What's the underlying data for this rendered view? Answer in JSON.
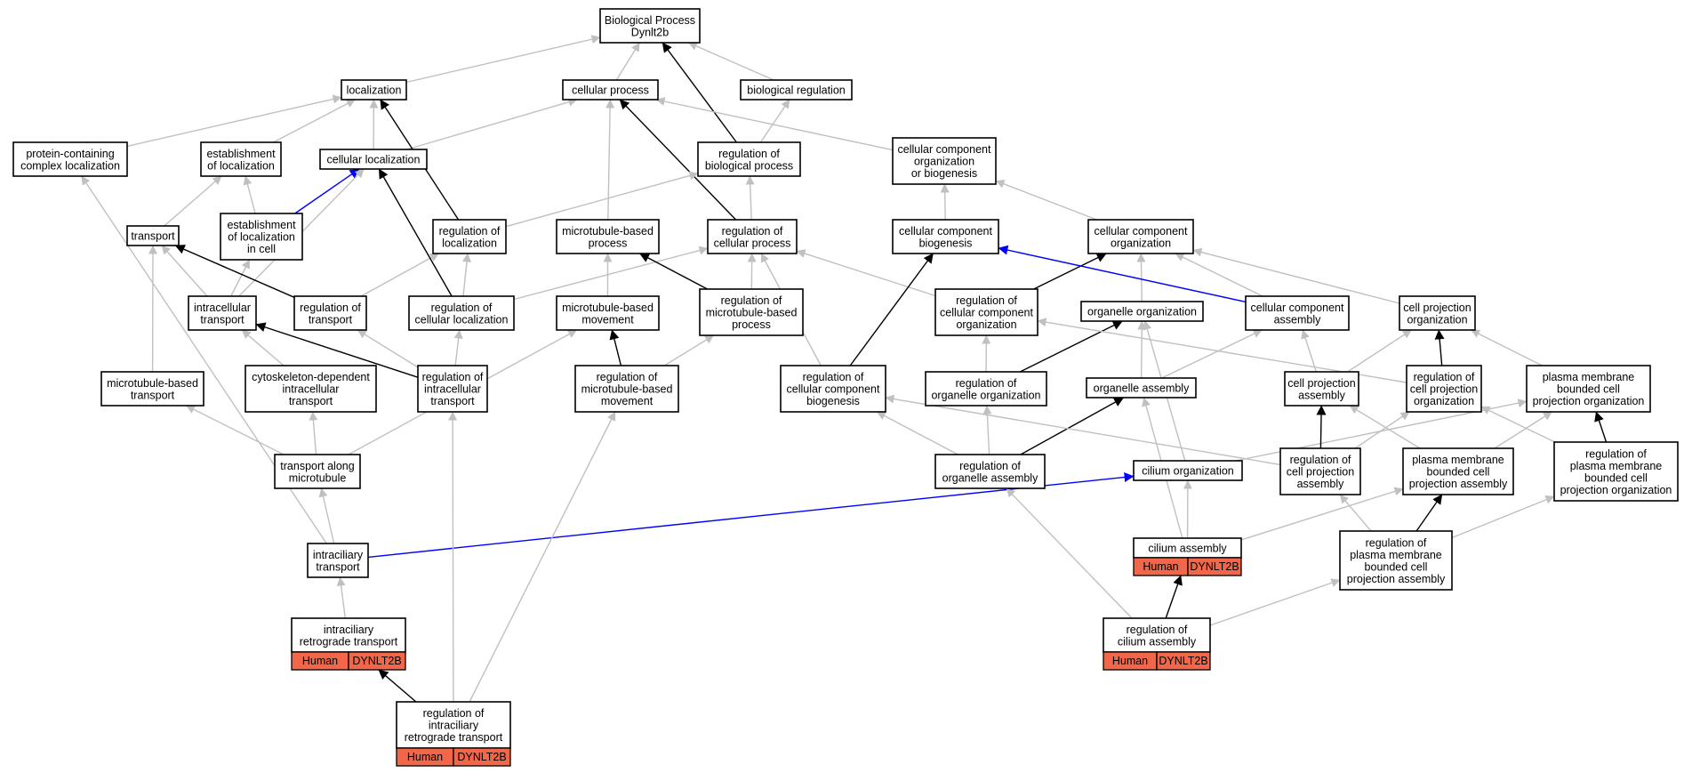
{
  "colors": {
    "is_a": "#c0c0c0",
    "regulates": "#000000",
    "part_of": "#0000ff",
    "annotation_fill": "#f26749"
  },
  "nodes": [
    {
      "id": "bp",
      "lines": [
        "Biological Process",
        "Dynlt2b"
      ]
    },
    {
      "id": "loc",
      "lines": [
        "localization"
      ]
    },
    {
      "id": "cp",
      "lines": [
        "cellular process"
      ]
    },
    {
      "id": "breg",
      "lines": [
        "biological regulation"
      ]
    },
    {
      "id": "pccl",
      "lines": [
        "protein-containing",
        "complex localization"
      ]
    },
    {
      "id": "estloc",
      "lines": [
        "establishment",
        "of localization"
      ]
    },
    {
      "id": "cellloc",
      "lines": [
        "cellular localization"
      ]
    },
    {
      "id": "regbp",
      "lines": [
        "regulation of",
        "biological process"
      ]
    },
    {
      "id": "ccob",
      "lines": [
        "cellular component",
        "organization",
        "or biogenesis"
      ]
    },
    {
      "id": "transport",
      "lines": [
        "transport"
      ]
    },
    {
      "id": "estloccell",
      "lines": [
        "establishment",
        "of localization",
        "in cell"
      ]
    },
    {
      "id": "regloc",
      "lines": [
        "regulation of",
        "localization"
      ]
    },
    {
      "id": "mtbp",
      "lines": [
        "microtubule-based",
        "process"
      ]
    },
    {
      "id": "regcp",
      "lines": [
        "regulation of",
        "cellular process"
      ]
    },
    {
      "id": "ccb",
      "lines": [
        "cellular component",
        "biogenesis"
      ]
    },
    {
      "id": "cco",
      "lines": [
        "cellular component",
        "organization"
      ]
    },
    {
      "id": "ict",
      "lines": [
        "intracellular",
        "transport"
      ]
    },
    {
      "id": "regtr",
      "lines": [
        "regulation of",
        "transport"
      ]
    },
    {
      "id": "regcellloc",
      "lines": [
        "regulation of",
        "cellular localization"
      ]
    },
    {
      "id": "mtbm",
      "lines": [
        "microtubule-based",
        "movement"
      ]
    },
    {
      "id": "regmtbp",
      "lines": [
        "regulation of",
        "microtubule-based",
        "process"
      ]
    },
    {
      "id": "regcco",
      "lines": [
        "regulation of",
        "cellular component",
        "organization"
      ]
    },
    {
      "id": "orgorg",
      "lines": [
        "organelle organization"
      ]
    },
    {
      "id": "cca",
      "lines": [
        "cellular component",
        "assembly"
      ]
    },
    {
      "id": "cpo",
      "lines": [
        "cell projection",
        "organization"
      ]
    },
    {
      "id": "mtbt",
      "lines": [
        "microtubule-based",
        "transport"
      ]
    },
    {
      "id": "cdict",
      "lines": [
        "cytoskeleton-dependent",
        "intracellular",
        "transport"
      ]
    },
    {
      "id": "regict",
      "lines": [
        "regulation of",
        "intracellular",
        "transport"
      ]
    },
    {
      "id": "regmtbm",
      "lines": [
        "regulation of",
        "microtubule-based",
        "movement"
      ]
    },
    {
      "id": "regccb",
      "lines": [
        "regulation of",
        "cellular component",
        "biogenesis"
      ]
    },
    {
      "id": "regorgorg",
      "lines": [
        "regulation of",
        "organelle organization"
      ]
    },
    {
      "id": "orgas",
      "lines": [
        "organelle assembly"
      ]
    },
    {
      "id": "cpa",
      "lines": [
        "cell projection",
        "assembly"
      ]
    },
    {
      "id": "regcpo",
      "lines": [
        "regulation of",
        "cell projection",
        "organization"
      ]
    },
    {
      "id": "pmbcpo",
      "lines": [
        "plasma membrane",
        "bounded cell",
        "projection organization"
      ]
    },
    {
      "id": "tamt",
      "lines": [
        "transport along",
        "microtubule"
      ]
    },
    {
      "id": "regorgas",
      "lines": [
        "regulation of",
        "organelle assembly"
      ]
    },
    {
      "id": "cilorg",
      "lines": [
        "cilium organization"
      ]
    },
    {
      "id": "regcpa",
      "lines": [
        "regulation of",
        "cell projection",
        "assembly"
      ]
    },
    {
      "id": "pmbcpa",
      "lines": [
        "plasma membrane",
        "bounded cell",
        "projection assembly"
      ]
    },
    {
      "id": "regpmbcpo",
      "lines": [
        "regulation of",
        "plasma membrane",
        "bounded cell",
        "projection organization"
      ]
    },
    {
      "id": "ift",
      "lines": [
        "intraciliary",
        "transport"
      ]
    },
    {
      "id": "cilas",
      "lines": [
        "cilium assembly"
      ],
      "annotation": [
        "Human",
        "DYNLT2B"
      ]
    },
    {
      "id": "regpmbcpa",
      "lines": [
        "regulation of",
        "plasma membrane",
        "bounded cell",
        "projection assembly"
      ]
    },
    {
      "id": "iftr",
      "lines": [
        "intraciliary",
        "retrograde transport"
      ],
      "annotation": [
        "Human",
        "DYNLT2B"
      ]
    },
    {
      "id": "regcilas",
      "lines": [
        "regulation of",
        "cilium assembly"
      ],
      "annotation": [
        "Human",
        "DYNLT2B"
      ]
    },
    {
      "id": "regiftr",
      "lines": [
        "regulation of",
        "intraciliary",
        "retrograde transport"
      ],
      "annotation": [
        "Human",
        "DYNLT2B"
      ]
    }
  ],
  "edges": [
    {
      "from": "loc",
      "to": "bp",
      "type": "is_a"
    },
    {
      "from": "cp",
      "to": "bp",
      "type": "is_a"
    },
    {
      "from": "breg",
      "to": "bp",
      "type": "is_a"
    },
    {
      "from": "regbp",
      "to": "bp",
      "type": "regulates"
    },
    {
      "from": "regbp",
      "to": "breg",
      "type": "is_a"
    },
    {
      "from": "pccl",
      "to": "loc",
      "type": "is_a"
    },
    {
      "from": "estloc",
      "to": "loc",
      "type": "is_a"
    },
    {
      "from": "cellloc",
      "to": "loc",
      "type": "is_a"
    },
    {
      "from": "cellloc",
      "to": "cp",
      "type": "is_a"
    },
    {
      "from": "ccob",
      "to": "cp",
      "type": "is_a"
    },
    {
      "from": "mtbp",
      "to": "cp",
      "type": "is_a"
    },
    {
      "from": "regcp",
      "to": "cp",
      "type": "regulates"
    },
    {
      "from": "regcp",
      "to": "regbp",
      "type": "is_a"
    },
    {
      "from": "regloc",
      "to": "loc",
      "type": "regulates"
    },
    {
      "from": "regloc",
      "to": "regbp",
      "type": "is_a"
    },
    {
      "from": "transport",
      "to": "estloc",
      "type": "is_a"
    },
    {
      "from": "estloccell",
      "to": "estloc",
      "type": "is_a"
    },
    {
      "from": "estloccell",
      "to": "cellloc",
      "type": "part_of"
    },
    {
      "from": "ccb",
      "to": "ccob",
      "type": "is_a"
    },
    {
      "from": "cco",
      "to": "ccob",
      "type": "is_a"
    },
    {
      "from": "ict",
      "to": "transport",
      "type": "is_a"
    },
    {
      "from": "ict",
      "to": "estloccell",
      "type": "is_a"
    },
    {
      "from": "ict",
      "to": "cellloc",
      "type": "is_a"
    },
    {
      "from": "regtr",
      "to": "transport",
      "type": "regulates"
    },
    {
      "from": "regtr",
      "to": "regloc",
      "type": "is_a"
    },
    {
      "from": "regcellloc",
      "to": "cellloc",
      "type": "regulates"
    },
    {
      "from": "regcellloc",
      "to": "regloc",
      "type": "is_a"
    },
    {
      "from": "regcellloc",
      "to": "regcp",
      "type": "is_a"
    },
    {
      "from": "mtbm",
      "to": "mtbp",
      "type": "is_a"
    },
    {
      "from": "regmtbp",
      "to": "mtbp",
      "type": "regulates"
    },
    {
      "from": "regmtbp",
      "to": "regcp",
      "type": "is_a"
    },
    {
      "from": "regcco",
      "to": "cco",
      "type": "regulates"
    },
    {
      "from": "regcco",
      "to": "regcp",
      "type": "is_a"
    },
    {
      "from": "orgorg",
      "to": "cco",
      "type": "is_a"
    },
    {
      "from": "cca",
      "to": "cco",
      "type": "is_a"
    },
    {
      "from": "cca",
      "to": "ccb",
      "type": "part_of"
    },
    {
      "from": "cpo",
      "to": "cco",
      "type": "is_a"
    },
    {
      "from": "mtbt",
      "to": "transport",
      "type": "is_a"
    },
    {
      "from": "cdict",
      "to": "ict",
      "type": "is_a"
    },
    {
      "from": "regict",
      "to": "ict",
      "type": "regulates"
    },
    {
      "from": "regict",
      "to": "regtr",
      "type": "is_a"
    },
    {
      "from": "regict",
      "to": "regcellloc",
      "type": "is_a"
    },
    {
      "from": "regmtbm",
      "to": "mtbm",
      "type": "regulates"
    },
    {
      "from": "regmtbm",
      "to": "regmtbp",
      "type": "is_a"
    },
    {
      "from": "regccb",
      "to": "ccb",
      "type": "regulates"
    },
    {
      "from": "regccb",
      "to": "regcp",
      "type": "is_a"
    },
    {
      "from": "regorgorg",
      "to": "orgorg",
      "type": "regulates"
    },
    {
      "from": "regorgorg",
      "to": "regcco",
      "type": "is_a"
    },
    {
      "from": "orgas",
      "to": "orgorg",
      "type": "is_a"
    },
    {
      "from": "orgas",
      "to": "cca",
      "type": "is_a"
    },
    {
      "from": "cpa",
      "to": "cca",
      "type": "is_a"
    },
    {
      "from": "cpa",
      "to": "cpo",
      "type": "is_a"
    },
    {
      "from": "regcpo",
      "to": "cpo",
      "type": "regulates"
    },
    {
      "from": "regcpo",
      "to": "regcco",
      "type": "is_a"
    },
    {
      "from": "pmbcpo",
      "to": "cpo",
      "type": "is_a"
    },
    {
      "from": "tamt",
      "to": "mtbt",
      "type": "is_a"
    },
    {
      "from": "tamt",
      "to": "cdict",
      "type": "is_a"
    },
    {
      "from": "tamt",
      "to": "mtbm",
      "type": "is_a"
    },
    {
      "from": "regorgas",
      "to": "orgas",
      "type": "regulates"
    },
    {
      "from": "regorgas",
      "to": "regorgorg",
      "type": "is_a"
    },
    {
      "from": "regorgas",
      "to": "regccb",
      "type": "is_a"
    },
    {
      "from": "cilorg",
      "to": "orgorg",
      "type": "is_a"
    },
    {
      "from": "cilorg",
      "to": "pmbcpo",
      "type": "is_a"
    },
    {
      "from": "regcpa",
      "to": "cpa",
      "type": "regulates"
    },
    {
      "from": "regcpa",
      "to": "regcpo",
      "type": "is_a"
    },
    {
      "from": "regcpa",
      "to": "regccb",
      "type": "is_a"
    },
    {
      "from": "pmbcpa",
      "to": "cpa",
      "type": "is_a"
    },
    {
      "from": "pmbcpa",
      "to": "pmbcpo",
      "type": "is_a"
    },
    {
      "from": "regpmbcpo",
      "to": "pmbcpo",
      "type": "regulates"
    },
    {
      "from": "regpmbcpo",
      "to": "regcpo",
      "type": "is_a"
    },
    {
      "from": "ift",
      "to": "tamt",
      "type": "is_a"
    },
    {
      "from": "ift",
      "to": "pccl",
      "type": "is_a"
    },
    {
      "from": "ift",
      "to": "cilorg",
      "type": "part_of"
    },
    {
      "from": "cilas",
      "to": "cilorg",
      "type": "is_a"
    },
    {
      "from": "cilas",
      "to": "orgas",
      "type": "is_a"
    },
    {
      "from": "cilas",
      "to": "pmbcpa",
      "type": "is_a"
    },
    {
      "from": "regpmbcpa",
      "to": "pmbcpa",
      "type": "regulates"
    },
    {
      "from": "regpmbcpa",
      "to": "regcpa",
      "type": "is_a"
    },
    {
      "from": "regpmbcpa",
      "to": "regpmbcpo",
      "type": "is_a"
    },
    {
      "from": "iftr",
      "to": "ift",
      "type": "is_a"
    },
    {
      "from": "regcilas",
      "to": "cilas",
      "type": "regulates"
    },
    {
      "from": "regcilas",
      "to": "regorgas",
      "type": "is_a"
    },
    {
      "from": "regcilas",
      "to": "regpmbcpa",
      "type": "is_a"
    },
    {
      "from": "regiftr",
      "to": "iftr",
      "type": "regulates"
    },
    {
      "from": "regiftr",
      "to": "regict",
      "type": "is_a"
    },
    {
      "from": "regiftr",
      "to": "regmtbm",
      "type": "is_a"
    }
  ]
}
